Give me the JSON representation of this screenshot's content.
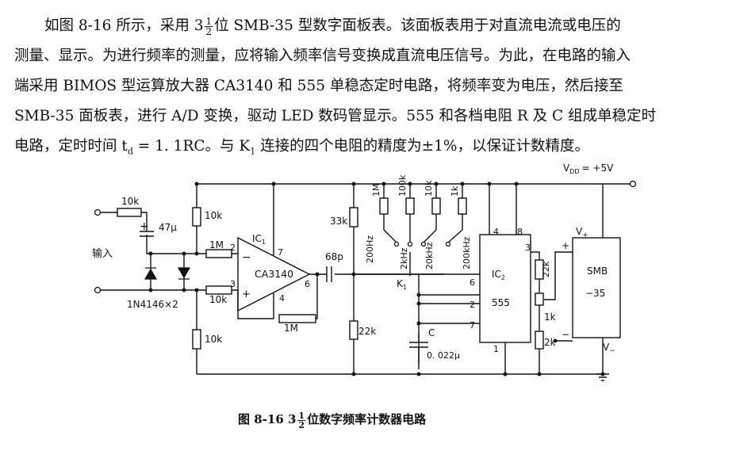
{
  "paragraph": {
    "l1a": "如图 8-16 所示，采用 3",
    "l1_frac_num": "1",
    "l1_frac_den": "2",
    "l1b": "位 SMB-35 型数字面板表。该面板表用于对直流电流或电压的",
    "l2": "测量、显示。为进行频率的测量，应将输入频率信号变换成直流电压信号。为此，在电路的输入",
    "l3": "端采用 BIMOS 型运算放大器 CA3140 和 555 单稳态定时电路，将频率变为电压，然后接至",
    "l4": "SMB-35 面板表，进行 A/D 变换，驱动 LED 数码管显示。555 和各档电阻 R 及 C 组成单稳定时",
    "l5a": "电路，定时时间 t",
    "l5_sub": "d",
    "l5b": " = 1. 1RC。与 K",
    "l5_sub2": "1",
    "l5c": " 连接的四个电阻的精度为±1%，以保证计数精度。"
  },
  "circuit": {
    "vdd": "V",
    "vdd_sub": "DD",
    "vdd_value": "= +5V",
    "input_label": "输入",
    "r_in": "10k",
    "c_in": "47μ",
    "c_in_plus": "+",
    "diodes": "1N4146×2",
    "r_top": "10k",
    "r_bottom": "10k",
    "r_1m_in": "1M",
    "r_10k_in": "10k",
    "r_fb": "1M",
    "ic1": "IC",
    "ic1_sub": "1",
    "ic1_name": "CA3140",
    "ic1_minus": "−",
    "ic1_plus": "+",
    "ic1_pin2": "2",
    "ic1_pin3": "3",
    "ic1_pin4": "4",
    "ic1_pin6": "6",
    "ic1_pin7": "7",
    "c_couple": "68p",
    "r_33k": "33k",
    "r_22k": "22k",
    "range_resistors": [
      "1M",
      "100k",
      "10k",
      "1k"
    ],
    "range_labels": [
      "200Hz",
      "2kHz",
      "20kHz",
      "200kHz"
    ],
    "switch": "K",
    "switch_sub": "1",
    "c_timing": "C",
    "c_timing_value": "0. 022μ",
    "ic2": "IC",
    "ic2_sub": "2",
    "ic2_name": "555",
    "ic2_pins": {
      "p1": "1",
      "p2": "2",
      "p3": "3",
      "p4": "4",
      "p6": "6",
      "p7": "7",
      "p8": "8"
    },
    "r_out_22k": "22k",
    "r_out_1k": "1k",
    "r_out_2k": "2k",
    "meter_name": "SMB",
    "meter_model": "−35",
    "meter_vplus": "V",
    "meter_vplus_sub": "+",
    "meter_vminus": "V",
    "meter_vminus_sub": "−",
    "meter_in_plus": "+",
    "meter_in_minus": "−"
  },
  "caption": {
    "a": "图 8-16   3",
    "frac_num": "1",
    "frac_den": "2",
    "b": "位数字频率计数器电路"
  }
}
